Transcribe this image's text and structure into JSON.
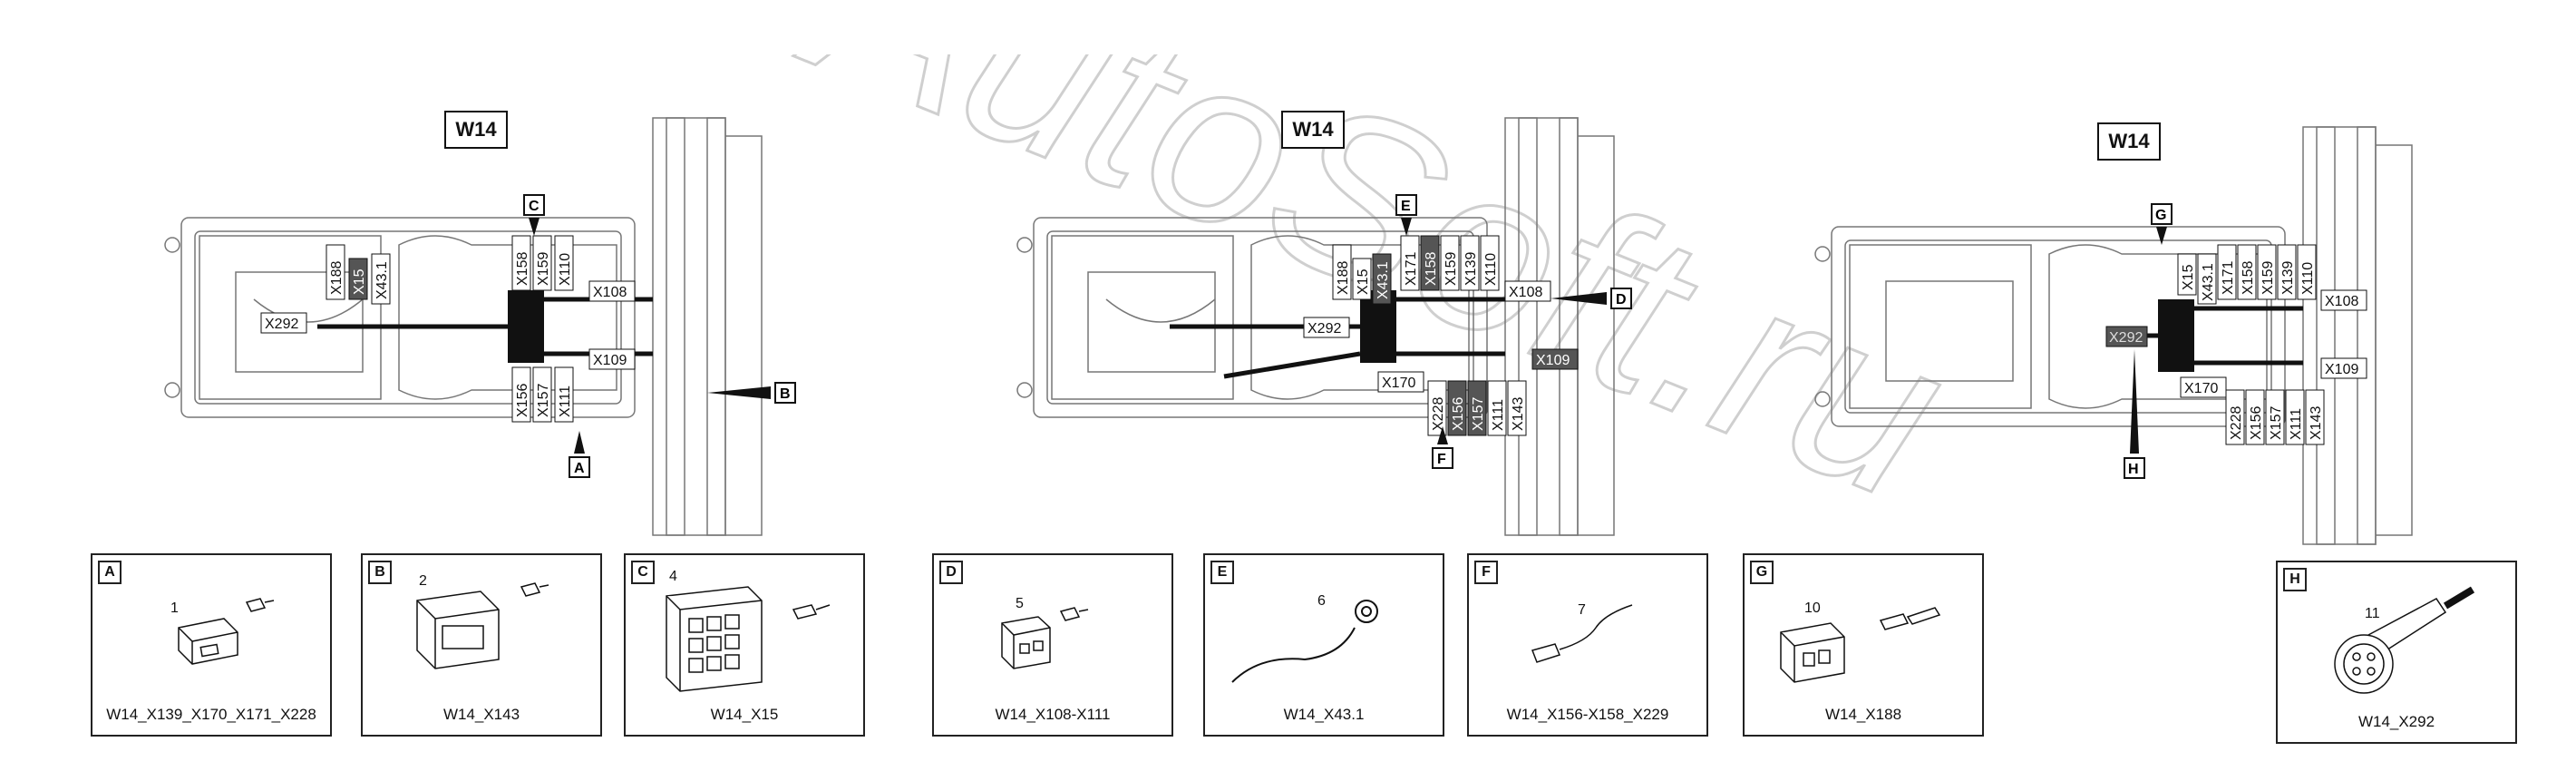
{
  "diagram1": {
    "title": "W14",
    "labels": [
      "X292",
      "X188",
      "X15",
      "X43.1",
      "X158",
      "X159",
      "X110",
      "X108",
      "X109",
      "X156",
      "X157",
      "X111"
    ],
    "callouts": [
      "C",
      "B",
      "A"
    ]
  },
  "diagram2": {
    "title": "W14",
    "labels": [
      "X292",
      "X188",
      "X15",
      "X43.1",
      "X171",
      "X158",
      "X159",
      "X139",
      "X110",
      "X108",
      "X170",
      "X228",
      "X156",
      "X157",
      "X111",
      "X143",
      "X109"
    ],
    "callouts": [
      "E",
      "D",
      "F"
    ]
  },
  "diagram3": {
    "title": "W14",
    "labels": [
      "X292",
      "X15",
      "X43.1",
      "X171",
      "X158",
      "X159",
      "X139",
      "X110",
      "X108",
      "X109",
      "X170",
      "X228",
      "X156",
      "X157",
      "X111",
      "X143"
    ],
    "callouts": [
      "G",
      "H"
    ]
  },
  "panels": [
    {
      "letter": "A",
      "num": "1",
      "caption": "W14_X139_X170_X171_X228"
    },
    {
      "letter": "B",
      "num": "2",
      "caption": "W14_X143"
    },
    {
      "letter": "C",
      "num": "4",
      "caption": "W14_X15"
    },
    {
      "letter": "D",
      "num": "5",
      "caption": "W14_X108-X111"
    },
    {
      "letter": "E",
      "num": "6",
      "caption": "W14_X43.1"
    },
    {
      "letter": "F",
      "num": "7",
      "caption": "W14_X156-X158_X229"
    },
    {
      "letter": "G",
      "num": "10",
      "caption": "W14_X188"
    },
    {
      "letter": "H",
      "num": "11",
      "caption": "W14_X292"
    }
  ],
  "watermark": {
    "text": "AutoSoft.ru"
  },
  "colors": {
    "line": "#111111",
    "connector_dark": "#444444",
    "watermark": "#e4e4e4"
  }
}
